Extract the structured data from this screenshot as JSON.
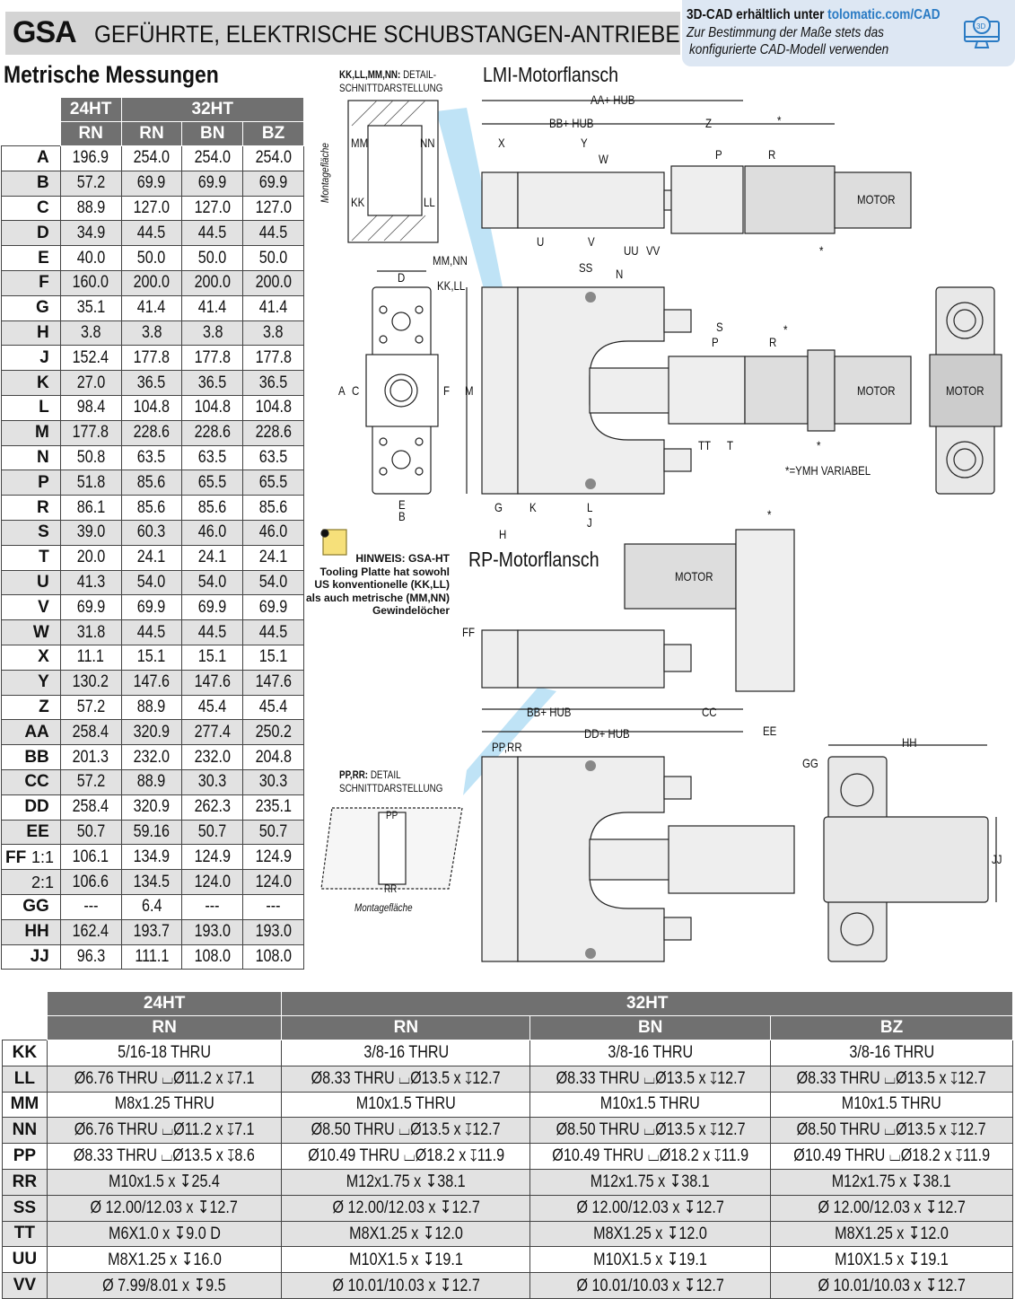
{
  "header": {
    "brand": "GSA",
    "title": "GEFÜHRTE, ELEKTRISCHE SCHUBSTANGEN-ANTRIEBE"
  },
  "cad": {
    "line1_prefix": "3D-CAD erhältlich unter ",
    "line1_link": "tolomatic.com/CAD",
    "line2": "Zur Bestimmung der Maße stets das",
    "line3": "konfigurierte CAD-Modell verwenden",
    "icon": "3d-monitor-icon"
  },
  "metric_title": "Metrische Messungen",
  "metric_table": {
    "groups": [
      "24HT",
      "32HT"
    ],
    "columns": [
      "RN",
      "RN",
      "BN",
      "BZ"
    ],
    "rows": [
      {
        "label": "A",
        "values": [
          "196.9",
          "254.0",
          "254.0",
          "254.0"
        ]
      },
      {
        "label": "B",
        "values": [
          "57.2",
          "69.9",
          "69.9",
          "69.9"
        ]
      },
      {
        "label": "C",
        "values": [
          "88.9",
          "127.0",
          "127.0",
          "127.0"
        ]
      },
      {
        "label": "D",
        "values": [
          "34.9",
          "44.5",
          "44.5",
          "44.5"
        ]
      },
      {
        "label": "E",
        "values": [
          "40.0",
          "50.0",
          "50.0",
          "50.0"
        ]
      },
      {
        "label": "F",
        "values": [
          "160.0",
          "200.0",
          "200.0",
          "200.0"
        ]
      },
      {
        "label": "G",
        "values": [
          "35.1",
          "41.4",
          "41.4",
          "41.4"
        ]
      },
      {
        "label": "H",
        "values": [
          "3.8",
          "3.8",
          "3.8",
          "3.8"
        ]
      },
      {
        "label": "J",
        "values": [
          "152.4",
          "177.8",
          "177.8",
          "177.8"
        ]
      },
      {
        "label": "K",
        "values": [
          "27.0",
          "36.5",
          "36.5",
          "36.5"
        ]
      },
      {
        "label": "L",
        "values": [
          "98.4",
          "104.8",
          "104.8",
          "104.8"
        ]
      },
      {
        "label": "M",
        "values": [
          "177.8",
          "228.6",
          "228.6",
          "228.6"
        ]
      },
      {
        "label": "N",
        "values": [
          "50.8",
          "63.5",
          "63.5",
          "63.5"
        ]
      },
      {
        "label": "P",
        "values": [
          "51.8",
          "85.6",
          "65.5",
          "65.5"
        ]
      },
      {
        "label": "R",
        "values": [
          "86.1",
          "85.6",
          "85.6",
          "85.6"
        ]
      },
      {
        "label": "S",
        "values": [
          "39.0",
          "60.3",
          "46.0",
          "46.0"
        ]
      },
      {
        "label": "T",
        "values": [
          "20.0",
          "24.1",
          "24.1",
          "24.1"
        ]
      },
      {
        "label": "U",
        "values": [
          "41.3",
          "54.0",
          "54.0",
          "54.0"
        ]
      },
      {
        "label": "V",
        "values": [
          "69.9",
          "69.9",
          "69.9",
          "69.9"
        ]
      },
      {
        "label": "W",
        "values": [
          "31.8",
          "44.5",
          "44.5",
          "44.5"
        ]
      },
      {
        "label": "X",
        "values": [
          "11.1",
          "15.1",
          "15.1",
          "15.1"
        ]
      },
      {
        "label": "Y",
        "values": [
          "130.2",
          "147.6",
          "147.6",
          "147.6"
        ]
      },
      {
        "label": "Z",
        "values": [
          "57.2",
          "88.9",
          "45.4",
          "45.4"
        ]
      },
      {
        "label": "AA",
        "values": [
          "258.4",
          "320.9",
          "277.4",
          "250.2"
        ]
      },
      {
        "label": "BB",
        "values": [
          "201.3",
          "232.0",
          "232.0",
          "204.8"
        ]
      },
      {
        "label": "CC",
        "values": [
          "57.2",
          "88.9",
          "30.3",
          "30.3"
        ]
      },
      {
        "label": "DD",
        "values": [
          "258.4",
          "320.9",
          "262.3",
          "235.1"
        ]
      },
      {
        "label": "EE",
        "values": [
          "50.7",
          "59.16",
          "50.7",
          "50.7"
        ]
      },
      {
        "label": "FF",
        "sub": "1:1",
        "values": [
          "106.1",
          "134.9",
          "124.9",
          "124.9"
        ]
      },
      {
        "label": "FF",
        "sub": "2:1",
        "values": [
          "106.6",
          "134.5",
          "124.0",
          "124.0"
        ]
      },
      {
        "label": "GG",
        "values": [
          "---",
          "6.4",
          "---",
          "---"
        ]
      },
      {
        "label": "HH",
        "values": [
          "162.4",
          "193.7",
          "193.0",
          "193.0"
        ]
      },
      {
        "label": "JJ",
        "values": [
          "96.3",
          "111.1",
          "108.0",
          "108.0"
        ]
      }
    ]
  },
  "thread_table": {
    "groups": [
      "24HT",
      "32HT"
    ],
    "columns": [
      "RN",
      "RN",
      "BN",
      "BZ"
    ],
    "rows": [
      {
        "label": "KK",
        "values": [
          "5/16-18 THRU",
          "3/8-16 THRU",
          "3/8-16 THRU",
          "3/8-16 THRU"
        ]
      },
      {
        "label": "LL",
        "values": [
          "Ø6.76 THRU ⌴Ø11.2 x ↧7.1",
          "Ø8.33 THRU ⌴Ø13.5 x ↧12.7",
          "Ø8.33 THRU ⌴Ø13.5 x ↧12.7",
          "Ø8.33 THRU ⌴Ø13.5 x ↧12.7"
        ]
      },
      {
        "label": "MM",
        "values": [
          "M8x1.25 THRU",
          "M10x1.5 THRU",
          "M10x1.5 THRU",
          "M10x1.5 THRU"
        ]
      },
      {
        "label": "NN",
        "values": [
          "Ø6.76 THRU ⌴Ø11.2 x ↧7.1",
          "Ø8.50 THRU ⌴Ø13.5 x ↧12.7",
          "Ø8.50 THRU ⌴Ø13.5 x ↧12.7",
          "Ø8.50 THRU ⌴Ø13.5 x ↧12.7"
        ]
      },
      {
        "label": "PP",
        "values": [
          "Ø8.33 THRU ⌴Ø13.5 x ↧8.6",
          "Ø10.49 THRU ⌴Ø18.2 x ↧11.9",
          "Ø10.49 THRU ⌴Ø18.2 x ↧11.9",
          "Ø10.49 THRU ⌴Ø18.2 x ↧11.9"
        ]
      },
      {
        "label": "RR",
        "values": [
          "M10x1.5 x ↧25.4",
          "M12x1.75 x ↧38.1",
          "M12x1.75 x ↧38.1",
          "M12x1.75 x ↧38.1"
        ]
      },
      {
        "label": "SS",
        "values": [
          "Ø 12.00/12.03 x ↧12.7",
          "Ø 12.00/12.03 x ↧12.7",
          "Ø 12.00/12.03 x ↧12.7",
          "Ø 12.00/12.03 x ↧12.7"
        ]
      },
      {
        "label": "TT",
        "values": [
          "M6X1.0 x ↧9.0 D",
          "M8X1.25 x ↧12.0",
          "M8X1.25 x ↧12.0",
          "M8X1.25 x ↧12.0"
        ]
      },
      {
        "label": "UU",
        "values": [
          "M8X1.25 x ↧16.0",
          "M10X1.5 x ↧19.1",
          "M10X1.5 x ↧19.1",
          "M10X1.5 x ↧19.1"
        ]
      },
      {
        "label": "VV",
        "values": [
          "Ø 7.99/8.01 x ↧9.5",
          "Ø 10.01/10.03 x ↧12.7",
          "Ø 10.01/10.03 x ↧12.7",
          "Ø 10.01/10.03 x ↧12.7"
        ]
      }
    ]
  },
  "drawing": {
    "detail1": {
      "line1_bold": "KK,LL,MM,NN:",
      "line1": " DETAIL-",
      "line2": "SCHNITTDARSTELLUNG",
      "mount": "Montagefläche",
      "mm": "MM",
      "nn": "NN",
      "kk": "KK",
      "ll": "LL"
    },
    "lmi": {
      "title": "LMI-Motorflansch",
      "aa": "AA+ HUB",
      "bb": "BB+ HUB",
      "z": "Z",
      "star": "*",
      "x": "X",
      "y": "Y",
      "w": "W",
      "p": "P",
      "r": "R",
      "motor": "MOTOR",
      "u": "U",
      "v": "V",
      "uu": "UU",
      "vv": "VV"
    },
    "mid": {
      "mmnn": "MM,NN",
      "kkll": "KK,LL",
      "d": "D",
      "ss": "SS",
      "n": "N",
      "a": "A",
      "c": "C",
      "f": "F",
      "m": "M",
      "s": "S",
      "p": "P",
      "r": "R",
      "motor": "MOTOR",
      "motor2": "MOTOR",
      "tt": "TT",
      "t": "T",
      "star": "*",
      "variabel": "*=YMH VARIABEL",
      "e": "E",
      "b": "B",
      "g": "G",
      "k": "K",
      "l": "L",
      "j": "J",
      "h": "H"
    },
    "note": {
      "line1": "HINWEIS: GSA-HT",
      "line2": "Tooling Platte hat sowohl",
      "line3": "US konventionelle (KK,LL)",
      "line4": "als auch metrische (MM,NN)",
      "line5": "Gewindelöcher",
      "icon": "note-icon"
    },
    "rp": {
      "title": "RP-Motorflansch",
      "motor": "MOTOR",
      "star": "*",
      "ff": "FF",
      "bb": "BB+ HUB",
      "cc": "CC",
      "dd": "DD+ HUB",
      "ee": "EE",
      "pprr": "PP,RR",
      "gg": "GG",
      "hh": "HH",
      "jj": "JJ"
    },
    "detail2": {
      "line1_bold": "PP,RR:",
      "line1": " DETAIL",
      "line2": "SCHNITTDARSTELLUNG",
      "pp": "PP",
      "rr": "RR",
      "mount": "Montagefläche"
    }
  }
}
